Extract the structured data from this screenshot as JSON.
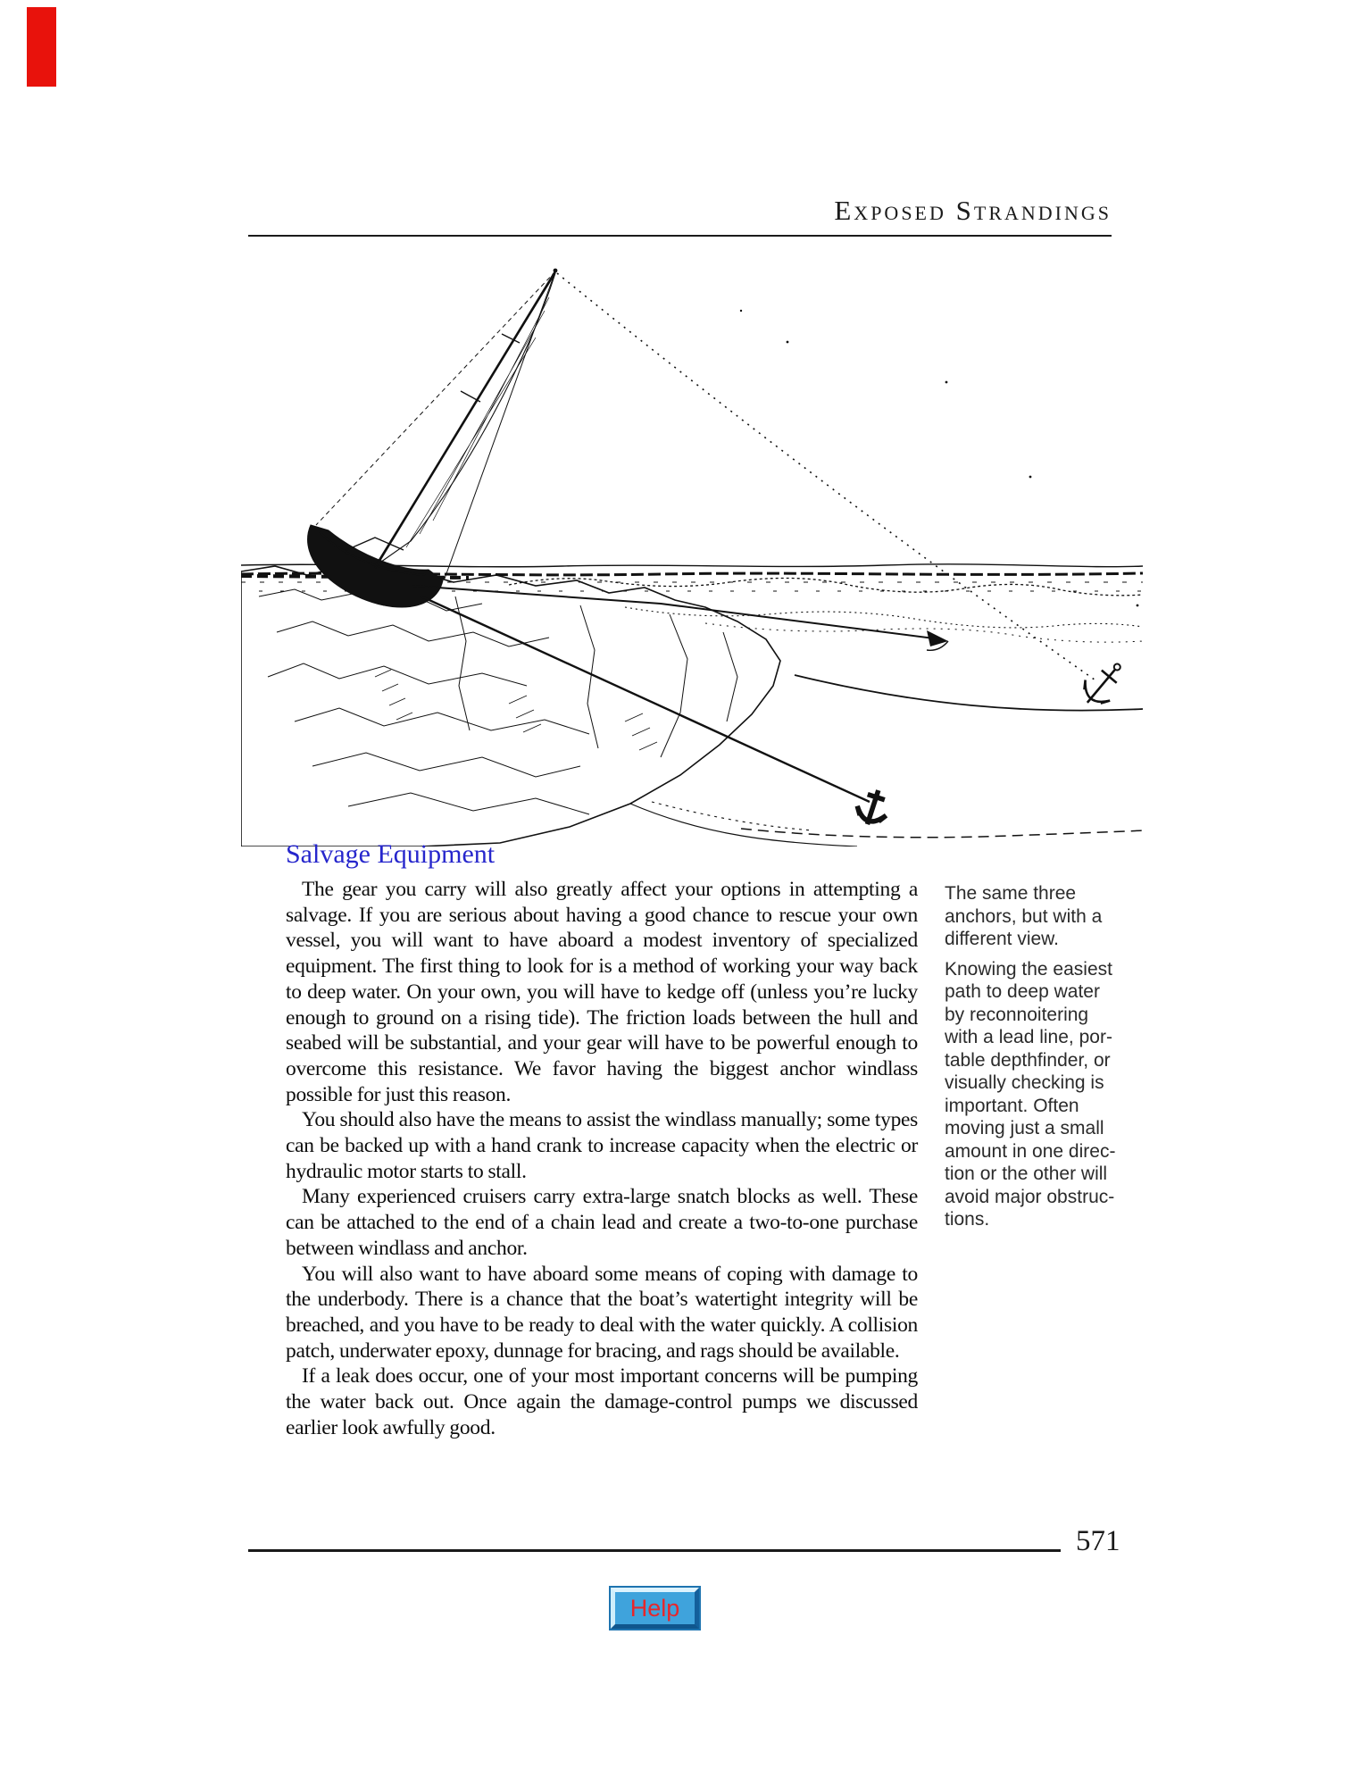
{
  "header": {
    "title": "Exposed Strandings"
  },
  "section": {
    "heading": "Salvage Equipment",
    "paragraphs": [
      "The gear you carry will also greatly affect your options in attempting a salvage. If you are serious about having a good chance to rescue your own vessel, you will want to have aboard a modest inventory of specialized equipment. The first thing to look for is a method of working your way back to deep water. On your own, you will have to kedge off (unless you’re lucky enough to ground on a rising tide). The friction loads between the hull and seabed will be substantial, and your gear will have to be powerful enough to overcome this resistance. We favor having the biggest anchor windlass possible for just this reason.",
      "You should also have the means to assist the windlass manually; some types can be backed up with a hand crank to increase capacity when the electric or hydraulic motor starts to stall.",
      "Many experienced cruisers carry extra-large snatch blocks as well. These can be attached to the end of a chain lead and create a two-to-one purchase between windlass and anchor.",
      "You will also want to have aboard some means of coping with damage to the underbody. There is a chance that the boat’s watertight integrity will be breached, and you have to be ready to deal with the water quickly. A collision patch, underwater epoxy, dunnage for bracing, and rags should be available.",
      "If a leak does occur, one of your most important concerns will be pumping the water back out. Once again the damage-control pumps we discussed earlier look awfully good."
    ]
  },
  "sidebar": {
    "notes": [
      "The same three\nanchors, but with a\ndifferent view.",
      "Knowing the easiest\npath to deep water\nby reconnoitering\nwith a lead line, por-\ntable depthfinder, or\nvisually checking is\nimportant. Often\nmoving just a small\namount in one direc-\ntion or the other will\navoid major obstruc-\ntions."
    ]
  },
  "footer": {
    "page_number": "571"
  },
  "help_button": {
    "label": "Help"
  },
  "colors": {
    "heading_blue": "#2626cc",
    "marker_red": "#e8120c",
    "help_fill": "#3fa3dc",
    "help_text": "#e8262a"
  }
}
